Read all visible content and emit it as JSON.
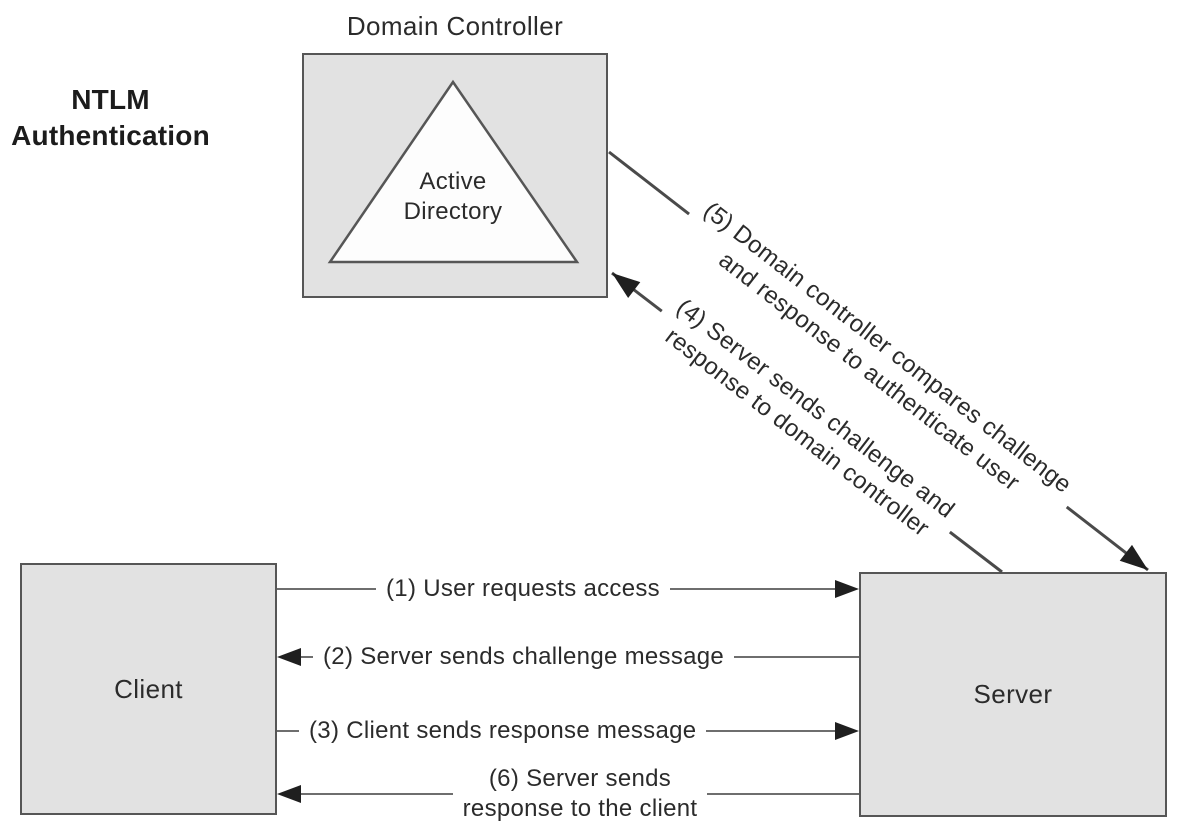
{
  "colors": {
    "background": "#ffffff",
    "box_fill": "#e2e2e2",
    "box_border": "#565656",
    "line": "#6e6e6e",
    "diagonal_line": "#4a4a4a",
    "arrowhead": "#1f1f1f",
    "text": "#2b2b2b"
  },
  "title": {
    "line1": "NTLM",
    "line2": "Authentication"
  },
  "nodes": {
    "domain_controller": {
      "label": "Domain Controller",
      "active_directory": {
        "line1": "Active",
        "line2": "Directory"
      }
    },
    "client": {
      "label": "Client"
    },
    "server": {
      "label": "Server"
    }
  },
  "flows": {
    "step1": {
      "label": "(1) User requests access"
    },
    "step2": {
      "label": "(2) Server sends challenge message"
    },
    "step3": {
      "label": "(3) Client sends response message"
    },
    "step4": {
      "line1": "(4) Server sends challenge and",
      "line2": "response to domain controller"
    },
    "step5": {
      "line1": "(5) Domain controller compares challenge",
      "line2": "and response to authenticate user"
    },
    "step6": {
      "line1": "(6) Server sends",
      "line2": "response to the client"
    }
  }
}
